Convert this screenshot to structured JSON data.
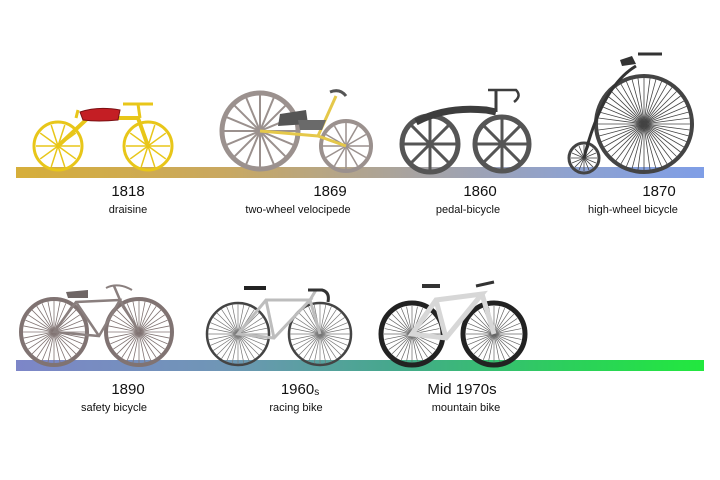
{
  "timeline": {
    "draisine": {
      "year": "1818",
      "name": "draisine"
    },
    "velocipede": {
      "year": "1869",
      "name": "two-wheel velocipede"
    },
    "pedal": {
      "year": "1860",
      "name": "pedal-bicycle"
    },
    "highwheel": {
      "year": "1870",
      "name": "high-wheel bicycle"
    },
    "safety": {
      "year": "1890",
      "name": "safety bicycle"
    },
    "racing": {
      "year_main": "1960",
      "year_suffix": "s",
      "name": "racing bike"
    },
    "mountain": {
      "year": "Mid 1970s",
      "name": "mountain bike"
    }
  },
  "colors": {
    "draisine": "#e8c619",
    "velocipede_wood": "#9b918e",
    "velocipede_frame": "#e5c84a",
    "pedal": "#555555",
    "highwheel": "#444444",
    "safety": "#807372",
    "racing": "#b9b9b9",
    "mountain": "#d2d2d2",
    "seat_red": "#c41e24"
  }
}
